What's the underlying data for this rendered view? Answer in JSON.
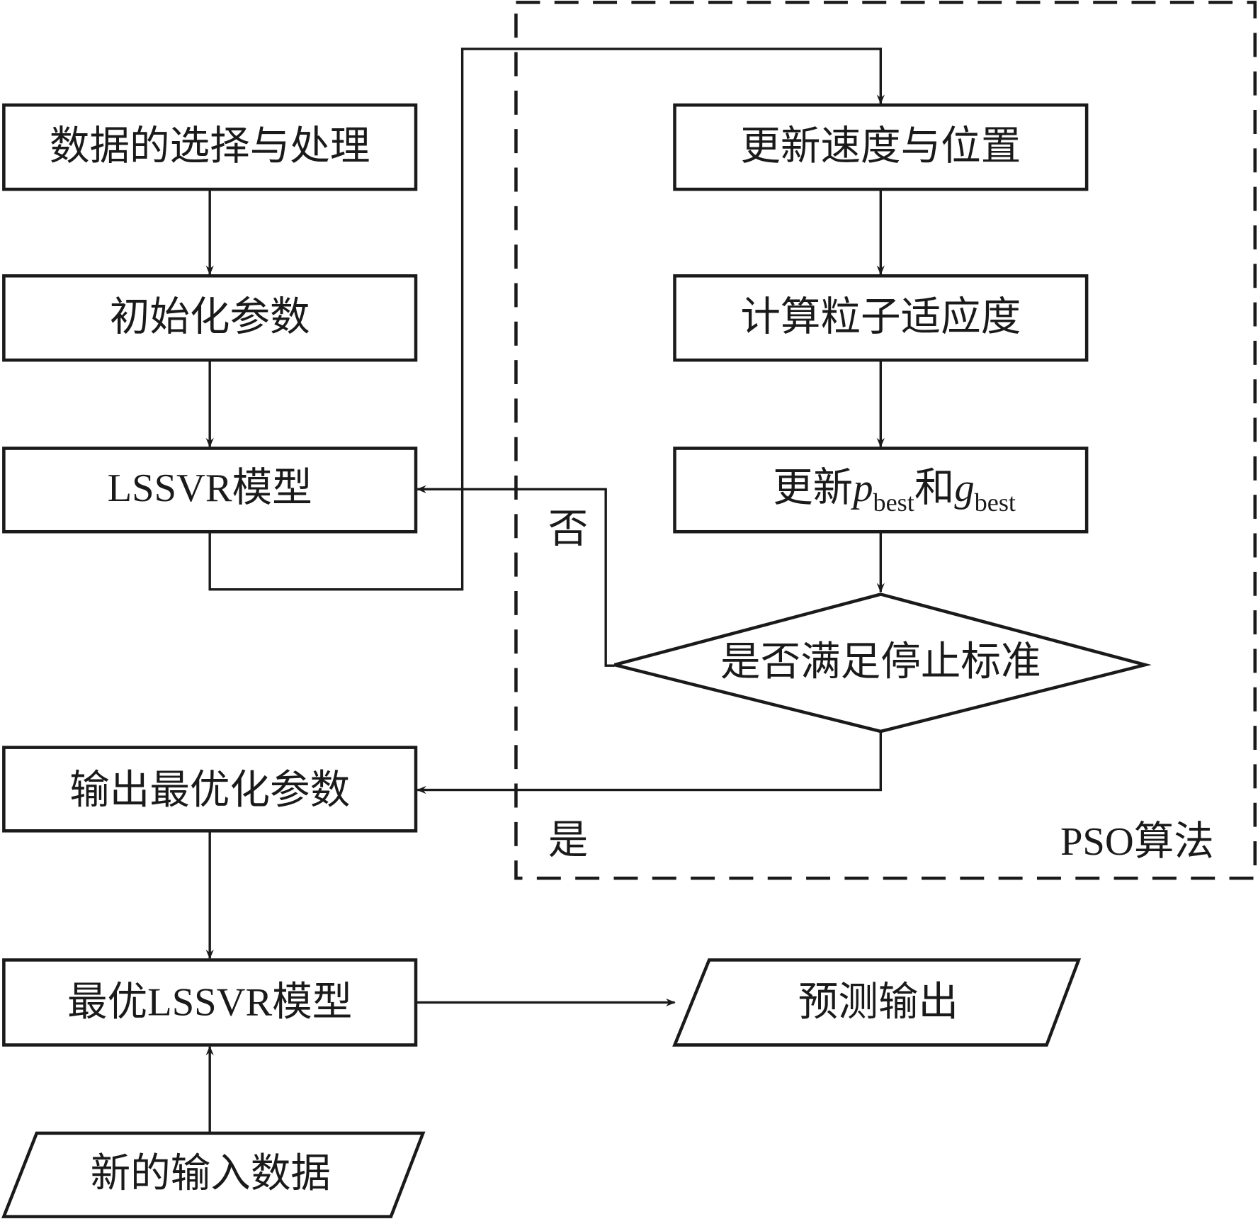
{
  "left_flow": {
    "data_selection": "数据的选择与处理",
    "init_params": "初始化参数",
    "lssvr_model": "LSSVR模型",
    "output_params": "输出最优化参数",
    "optimal_model": "最优LSSVR模型",
    "new_input": "新的输入数据"
  },
  "pso": {
    "group_label": "PSO算法",
    "update_velocity": "更新速度与位置",
    "compute_fitness": "计算粒子适应度",
    "update_best": {
      "prefix": "更新",
      "p": "p",
      "p_sub": "best",
      "and": "和",
      "g": "g",
      "g_sub": "best"
    },
    "stop_criterion": "是否满足停止标准",
    "no_label": "否",
    "yes_label": "是"
  },
  "prediction_output": "预测输出"
}
